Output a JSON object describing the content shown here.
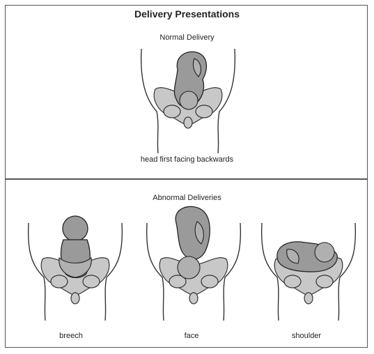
{
  "title": "Delivery Presentations",
  "normal": {
    "heading": "Normal Delivery",
    "caption": "head first facing backwards"
  },
  "abnormal": {
    "heading": "Abnormal Deliveries",
    "captions": [
      "breech",
      "face",
      "shoulder"
    ]
  }
}
